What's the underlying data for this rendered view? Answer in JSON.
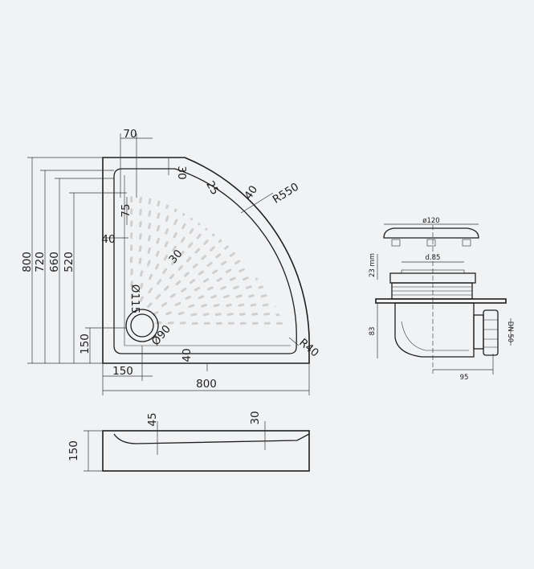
{
  "colors": {
    "background": "#f1f2f4",
    "ink": "#1e1e1e",
    "pattern": "#cfcfcf"
  },
  "plan": {
    "dims": {
      "d70": "70",
      "d800v": "800",
      "d720": "720",
      "d660": "660",
      "d520": "520",
      "d150v": "150",
      "d40left": "40",
      "d75": "75",
      "d30top": "30",
      "d25": "25",
      "d40arc": "40",
      "r550": "R550",
      "d30mid": "30",
      "phi115": "Ø115",
      "phi90": "Ø90",
      "d40bottom": "40",
      "r40": "R40",
      "d150h": "150",
      "d800h": "800"
    }
  },
  "section": {
    "dims": {
      "d45": "45",
      "d30": "30",
      "d150": "150"
    }
  },
  "drain": {
    "dims": {
      "d120": "ø120",
      "d23": "23 mm",
      "d85": "d.85",
      "d83": "83",
      "dn50": "DN 50",
      "d95": "95"
    }
  }
}
